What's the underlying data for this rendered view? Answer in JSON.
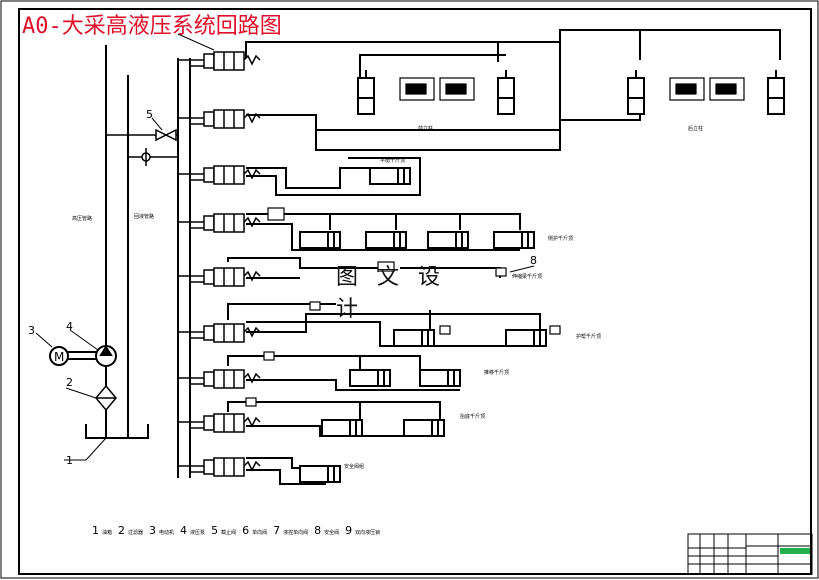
{
  "title": "A0-大采高液压系统回路图",
  "watermark": "图 文 设 计",
  "callouts": [
    "1",
    "2",
    "3",
    "4",
    "5",
    "8"
  ],
  "legend": [
    {
      "num": "1",
      "label": "油箱"
    },
    {
      "num": "2",
      "label": "过滤器"
    },
    {
      "num": "3",
      "label": "电动机"
    },
    {
      "num": "4",
      "label": "液压泵"
    },
    {
      "num": "5",
      "label": "截止阀"
    },
    {
      "num": "6",
      "label": "单向阀"
    },
    {
      "num": "7",
      "label": "液控单向阀"
    },
    {
      "num": "8",
      "label": "安全阀"
    },
    {
      "num": "9",
      "label": "双向液压锁"
    }
  ],
  "labels": {
    "pressure_line": "高压管路",
    "return_line": "回液管路",
    "front_column": "前立柱",
    "rear_column": "后立柱",
    "balance_jack": "平衡千斤顶",
    "side_jack": "侧护千斤顶",
    "front_beam_jack": "伸缩梁千斤顶",
    "guard_jack": "护帮千斤顶",
    "push_jack": "推移千斤顶",
    "base_jack": "抬底千斤顶",
    "safety_valve": "安全阀组"
  },
  "colors": {
    "title": "#e0102a",
    "line": "#000000",
    "title_block_accent": "#22b14c"
  }
}
